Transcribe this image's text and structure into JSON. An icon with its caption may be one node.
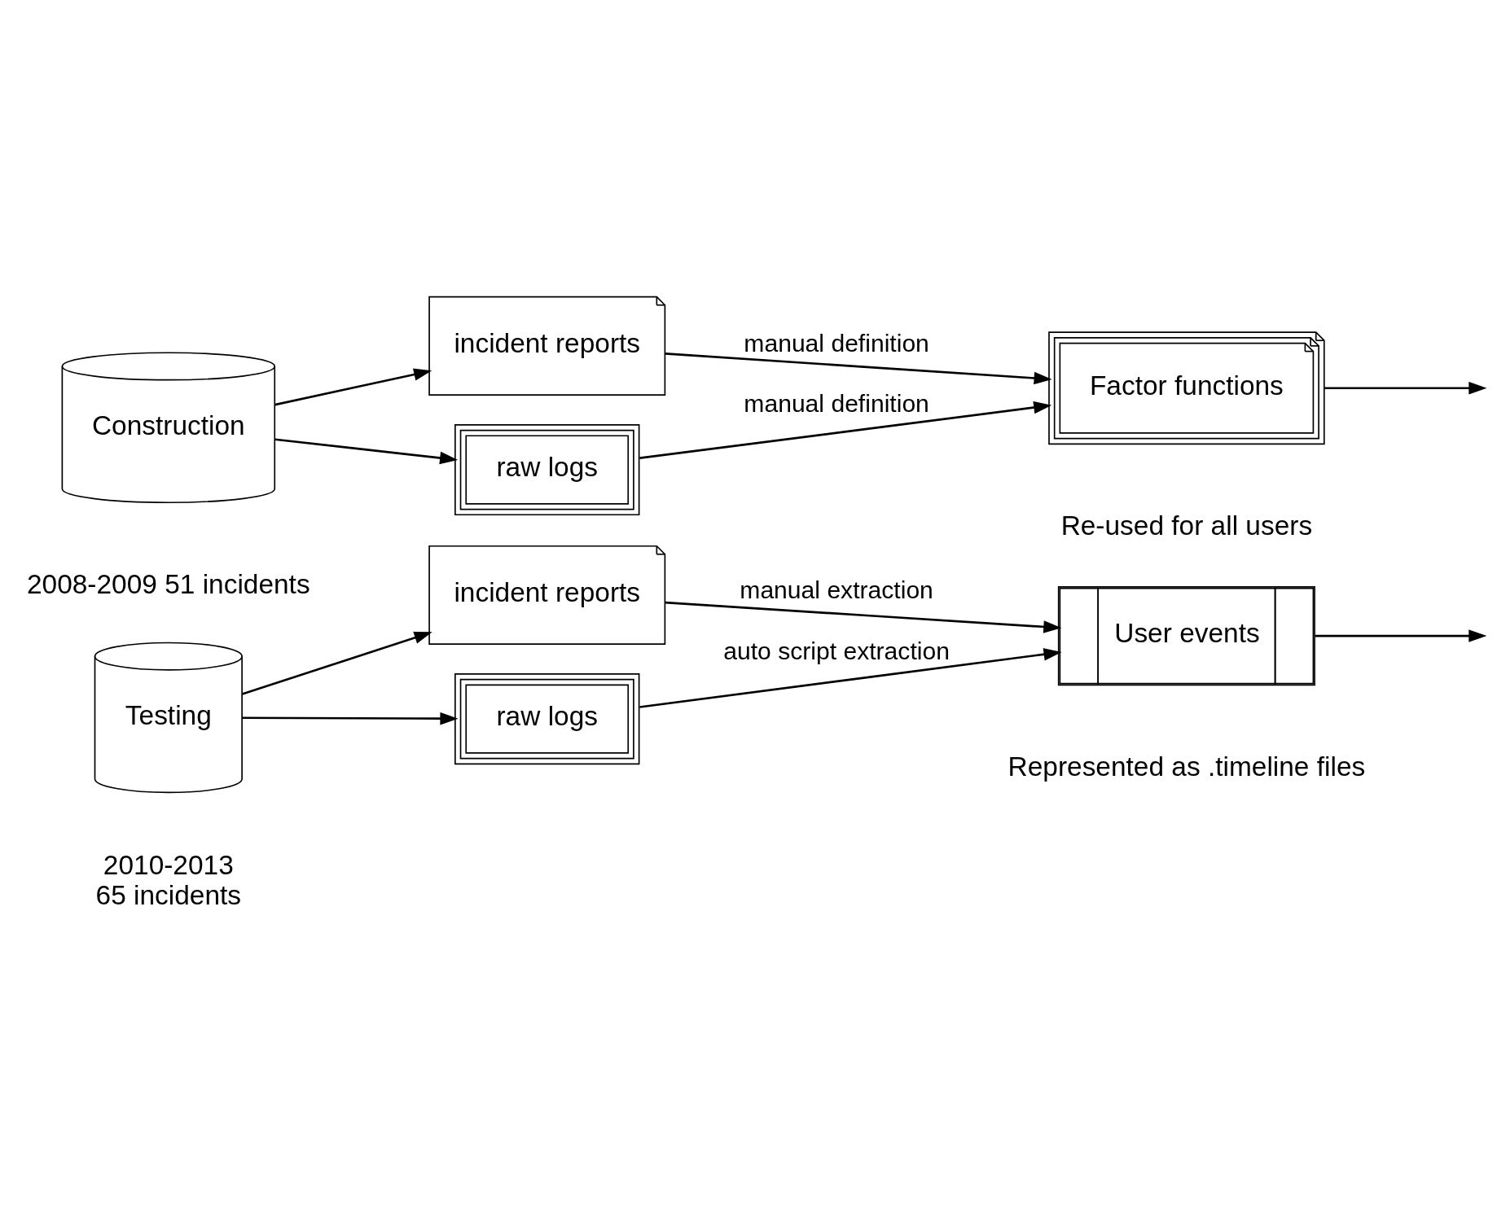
{
  "diagram": {
    "nodes": [
      {
        "text": [
          "Construction"
        ],
        "beside": [
          "2008-2009 51 incidents"
        ]
      },
      {
        "text": [
          "raw logs"
        ]
      },
      {
        "text": [
          "incident reports"
        ]
      },
      {
        "text": [
          "Factor functions"
        ],
        "beside": [
          "Re-used for all users"
        ]
      },
      {
        "text": [
          "Testing"
        ],
        "beside": [
          "2010-2013",
          "65 incidents"
        ]
      },
      {
        "text": [
          "raw logs"
        ]
      },
      {
        "text": [
          "incident reports"
        ]
      },
      {
        "text": [
          "User events"
        ],
        "beside": [
          "Represented as .timeline files"
        ]
      }
    ],
    "edges": [
      {
        "from": 0,
        "to": 1,
        "arrow": "to"
      },
      {
        "from": 0,
        "to": 2,
        "arrow": "to"
      },
      {
        "from": 1,
        "to": 3,
        "arrow": "to",
        "label": "manual definition"
      },
      {
        "from": 2,
        "to": 3,
        "arrow": "to",
        "label": "manual definition"
      },
      {
        "from": 3,
        "to": null,
        "arrow": "to"
      },
      {
        "from": 4,
        "to": 5,
        "arrow": "to"
      },
      {
        "from": 4,
        "to": 6,
        "arrow": "to"
      },
      {
        "from": 5,
        "to": 7,
        "arrow": "to",
        "label": "auto script extraction"
      },
      {
        "from": 6,
        "to": 7,
        "arrow": "to",
        "label": "manual extraction"
      },
      {
        "from": 7,
        "to": null,
        "arrow": "to"
      }
    ]
  }
}
